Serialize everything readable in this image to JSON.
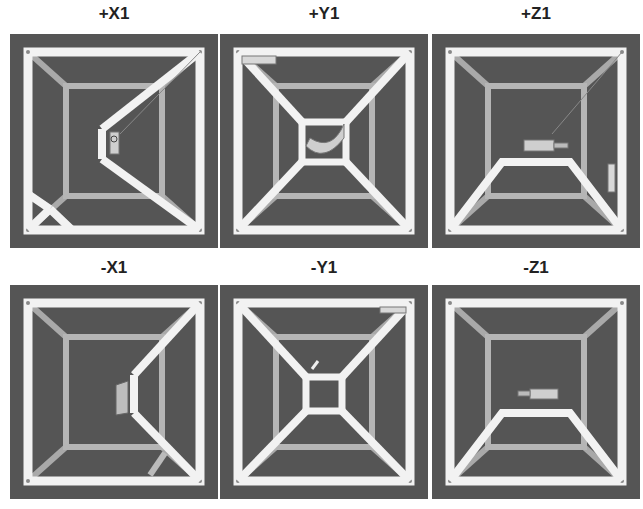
{
  "diagram": {
    "labels": [
      "+X1",
      "+Y1",
      "+Z1",
      "-X1",
      "-Y1",
      "-Z1"
    ]
  }
}
